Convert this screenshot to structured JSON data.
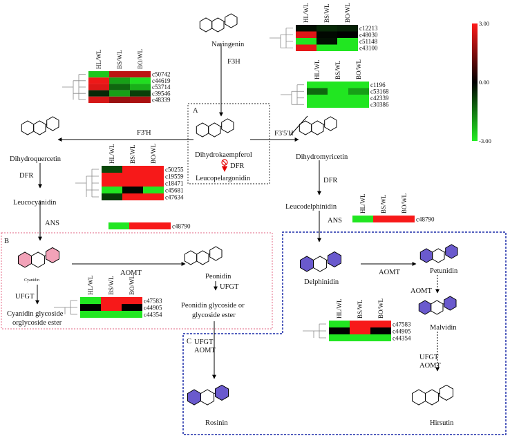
{
  "compounds": {
    "naringenin": "Naringenin",
    "dihydrokaempferol": "Dihydrokaempferol",
    "leucopelargonidin": "Leucopelargonidin",
    "dihydroquercetin": "Dihydroquercetin",
    "dihydromyricetin": "Dihydromyricetin",
    "leucocyanidin": "Leucocyanidin",
    "leucodelphinidin": "Leucodelphinidin",
    "cyanidin": "Cyanidin",
    "peonidin": "Peonidin",
    "peonidin_glycoside_1": "Peonidin glycoside or",
    "peonidin_glycoside_2": "glycoside ester",
    "cyanidin_glycoside_1": "Cyanidin glycoside",
    "cyanidin_glycoside_2": "orglycoside ester",
    "delphinidin": "Delphinidin",
    "petunidin": "Petunidin",
    "malvidin": "Malvidin",
    "rosinin": "Rosinin",
    "hirsutin": "Hirsutin"
  },
  "enzymes": {
    "f3h": "F3H",
    "f3ph": "F3'H",
    "f35h": "F3'5'H",
    "dfr": "DFR",
    "ans": "ANS",
    "aomt": "AOMT",
    "ufgt": "UFGT"
  },
  "panels": {
    "a": "A",
    "b": "B",
    "c": "C"
  },
  "comparisons": [
    "HL/WL",
    "BS/WL",
    "BO/WL"
  ],
  "legend": {
    "max": "3.00",
    "mid": "0.00",
    "min": "-3.00"
  },
  "heatmaps": [
    {
      "id": "f3h",
      "genes": [
        "c50742",
        "c44619",
        "c53714",
        "c39546",
        "c48339"
      ],
      "values": [
        [
          -2.5,
          2.2,
          2.2
        ],
        [
          2.8,
          -2.0,
          -2.8
        ],
        [
          2.6,
          -1.3,
          -2.2
        ],
        [
          -0.5,
          -2.0,
          -0.8
        ],
        [
          2.5,
          1.8,
          2.0
        ]
      ]
    },
    {
      "id": "dfr_top",
      "genes": [
        "c12213",
        "c48030",
        "c51148",
        "c43100"
      ],
      "values": [
        [
          -0.2,
          -0.5,
          -0.4
        ],
        [
          2.6,
          -0.1,
          0.0
        ],
        [
          -2.9,
          -0.2,
          -2.9
        ],
        [
          2.7,
          -2.9,
          -2.9
        ]
      ]
    },
    {
      "id": "f35h",
      "genes": [
        "c1196",
        "c53168",
        "c42339",
        "c30386"
      ],
      "values": [
        [
          -2.9,
          -2.9,
          -2.9
        ],
        [
          -1.3,
          -2.9,
          -2.0
        ],
        [
          -2.9,
          -2.9,
          -2.9
        ],
        [
          -2.9,
          -2.9,
          -2.9
        ]
      ]
    },
    {
      "id": "dfr",
      "genes": [
        "c50255",
        "c19559",
        "c18471",
        "c45681",
        "c47634"
      ],
      "values": [
        [
          -0.9,
          2.9,
          2.9
        ],
        [
          2.9,
          2.9,
          2.9
        ],
        [
          2.9,
          2.9,
          2.9
        ],
        [
          -2.9,
          -0.1,
          -2.9
        ],
        [
          -0.7,
          2.9,
          2.9
        ]
      ]
    },
    {
      "id": "ans_left",
      "genes": [
        "c48790"
      ],
      "values": [
        [
          -2.9,
          2.9,
          2.9
        ]
      ]
    },
    {
      "id": "ans_right",
      "genes": [
        "c48790"
      ],
      "values": [
        [
          -2.9,
          2.9,
          2.9
        ]
      ]
    },
    {
      "id": "ufgt_left",
      "genes": [
        "c47583",
        "c44905",
        "c44354"
      ],
      "values": [
        [
          -2.9,
          2.9,
          2.9
        ],
        [
          0.0,
          2.9,
          0.0
        ],
        [
          -2.9,
          -2.9,
          -2.9
        ]
      ]
    },
    {
      "id": "ufgt_right",
      "genes": [
        "c47583",
        "c44905",
        "c44354"
      ],
      "values": [
        [
          -2.9,
          2.9,
          2.9
        ],
        [
          0.0,
          2.9,
          0.0
        ],
        [
          -2.9,
          -2.9,
          -2.9
        ]
      ]
    }
  ],
  "colors": {
    "up": "#ff1a1a",
    "zero": "#000000",
    "down": "#22ee22",
    "panel_b_border": "#e8829a",
    "panel_c_border": "#1a2aa8",
    "delphinidin_ring": "#6a5acd",
    "cyanidin_ring": "#f2a2b8"
  }
}
